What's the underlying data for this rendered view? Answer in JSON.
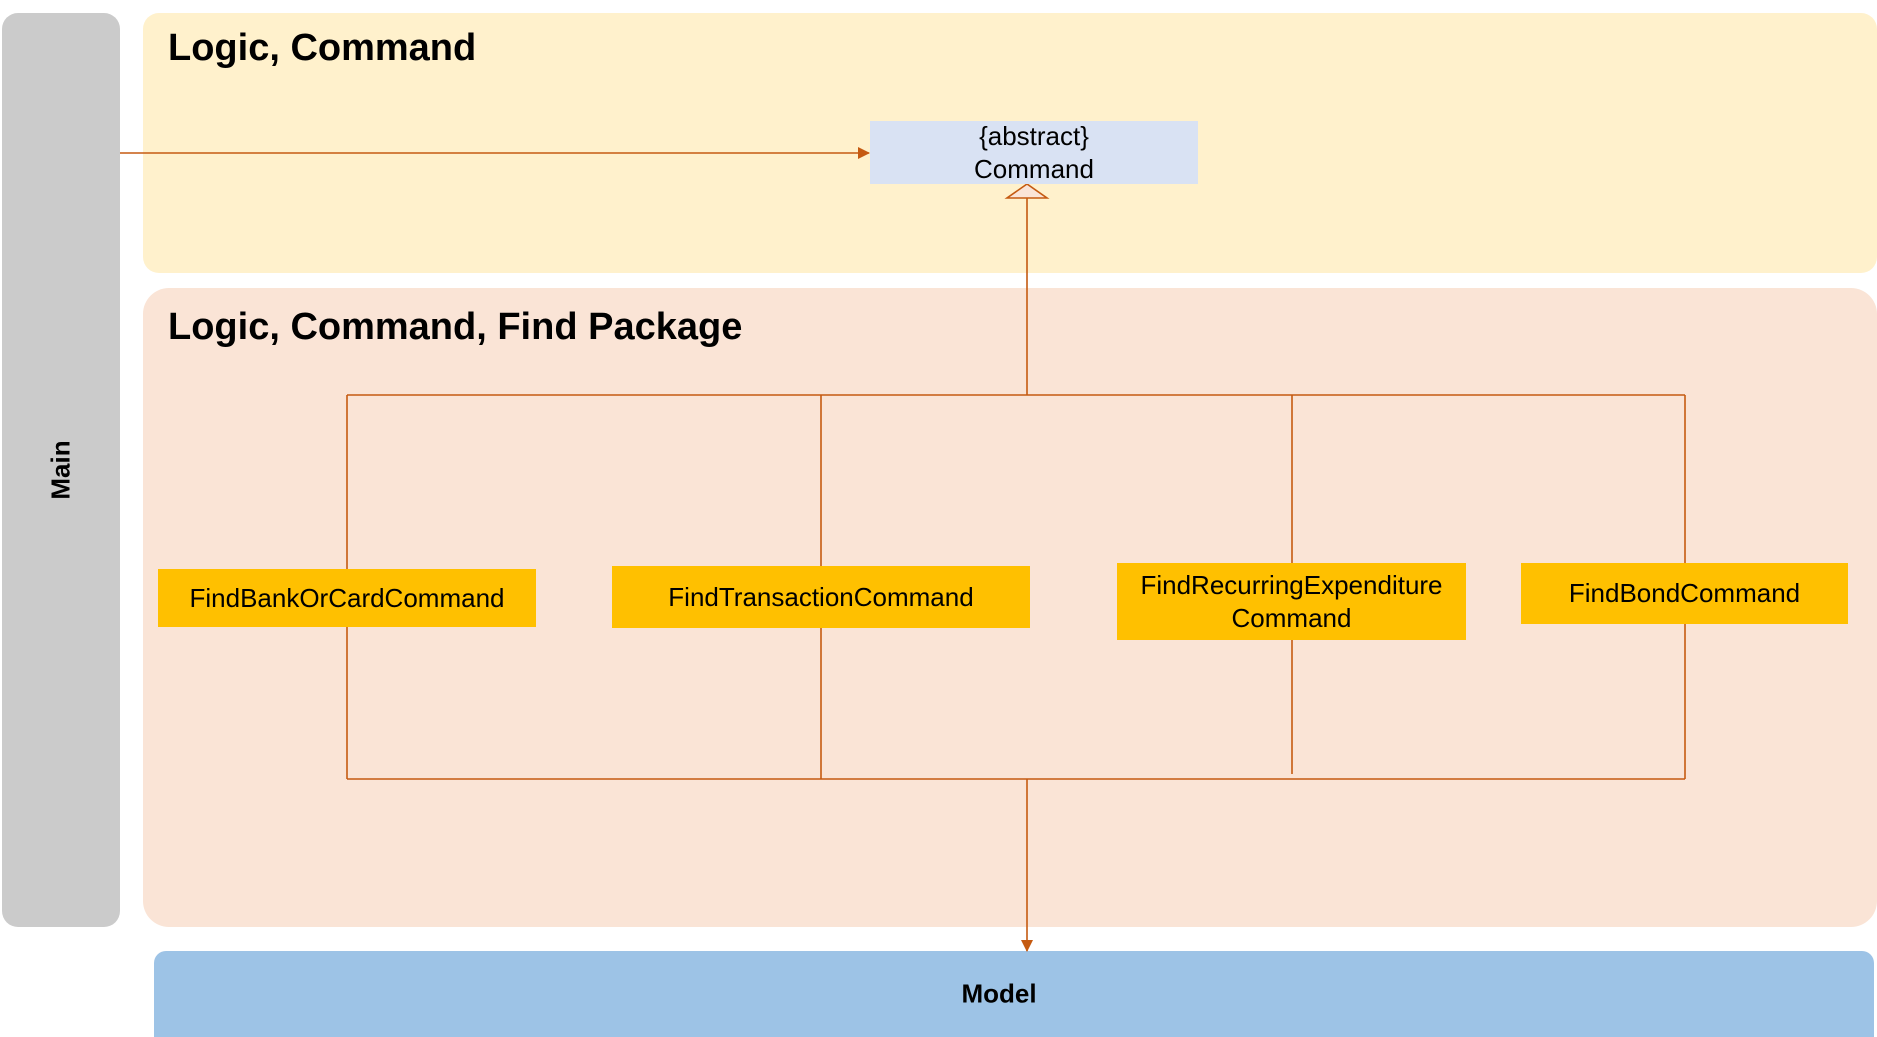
{
  "lanes": {
    "main": "Main",
    "logic_command": "Logic, Command",
    "find_package": "Logic, Command, Find Package",
    "model": "Model"
  },
  "command_class": {
    "stereotype": "{abstract}",
    "name": "Command"
  },
  "find_classes": [
    {
      "name": "FindBankOrCardCommand"
    },
    {
      "name": "FindTransactionCommand"
    },
    {
      "name_line1": "FindRecurringExpenditure",
      "name_line2": "Command"
    },
    {
      "name": "FindBondCommand"
    }
  ],
  "colors": {
    "main_lane": "#cbcbcb",
    "logic_lane": "#fff1cc",
    "find_lane": "#fae4d6",
    "model_lane": "#9dc3e6",
    "abstract_class": "#d9e2f3",
    "concrete_class": "#ffc000",
    "connector": "#c55a11"
  }
}
